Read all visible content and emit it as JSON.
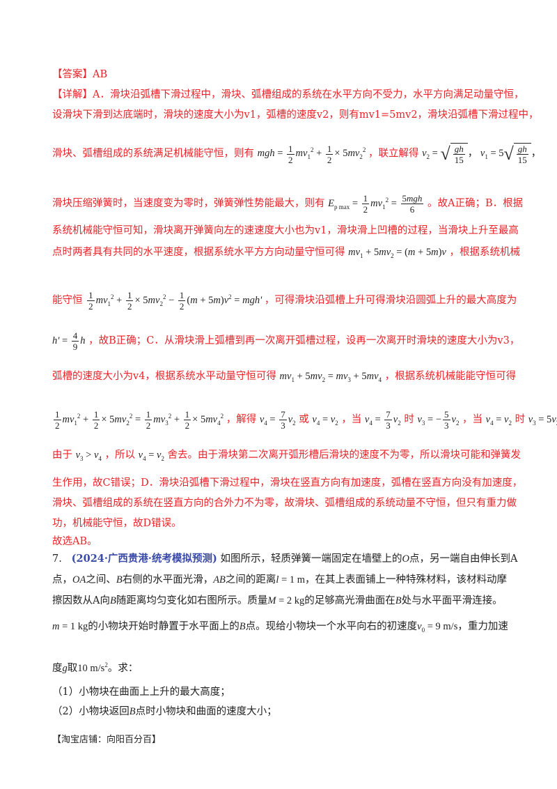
{
  "answer": {
    "label": "【答案】",
    "value": "AB"
  },
  "detail": {
    "label": "【详解】",
    "l1": "A．滑块沿弧槽下滑过程中，滑块、弧槽组成的系统在水平方向不受力，水平方向满足动量守恒，",
    "l2": "设滑块下滑到达底端时，滑块的速度大小为v1，弧槽的速度v2，则有mv1=5mv2，滑块沿弧槽下滑过程中，",
    "l3a": "滑块、弧槽组成的系统满足机械能守恒，则有",
    "l3b": "，联立解得",
    "l4a": "滑块压缩弹簧时，当速度变为零时，弹簧弹性势能最大，则有",
    "l4b": "。故A正确；B．根据",
    "l5": "系统机械能守恒可知，滑块离开弹簧向左的速速度大小也为v1，滑块滑上凹槽的过程，当滑块上升至最高",
    "l6a": "点时两者具有共同的水平速度，根据系统水平方方向动量守恒可得",
    "l6b": "，根据系统机械",
    "l7a": "能守恒",
    "l7b": "，可得滑块沿弧槽上升可得滑块沿圆弧上升的最大高度为",
    "l8": "，故B正确；C．从滑块滑上弧槽到再一次离开弧槽过程，设再一次离开时滑块的速度大小为v3，",
    "l9a": "弧槽的速度大小为v4，根据系统水平动量守恒可得",
    "l9b": "，根据系统机械能能守恒可得",
    "l10a": "，解得",
    "l10b": "或",
    "l10c": "，当",
    "l10d": "时",
    "l10e": "，当",
    "l10f": "时",
    "l11a": "由于",
    "l11b": "，所以",
    "l11c": "舍去。由于滑块第二次离开弧形槽后滑块的速度不为零，所以滑块可能和弹簧发",
    "l12": "生作用，故C错误；D．滑块沿弧槽下滑过程中，滑块在竖直方向有加速度，弧槽在竖直方向没有加速度，",
    "l13": "滑块、弧槽组成的系统在竖直方向的合外力不为零，故滑块、弧槽组成的系统动量不守恒，但只有重力做",
    "l14": "功，机械能守恒，故D错误。",
    "conclusion": "故选AB。"
  },
  "problem": {
    "number": "7.",
    "source": "(2024·广西贵港·统考模拟预测)",
    "p1a": "如图所示，轻质弹簧一端固定在墙壁上的",
    "p1b": "点，另一端自由伸长到A",
    "p2a": "点，",
    "p2b": "之间、",
    "p2c": "右侧的水平面光滑，",
    "p2d": "之间的距离",
    "p2e": "，在其上表面铺上一种特殊材料，该材料动摩",
    "p3a": "擦因数从A向",
    "p3b": "随距离均匀变化如右图所示。质量",
    "p3c": "的足够高光滑曲面在",
    "p3d": "处与水平面平滑连接。",
    "p4a": "的小物块开始时静置于水平面上的",
    "p4b": "点。现给小物块一个水平向右的初速度",
    "p4c": "，重力加速",
    "p5a": "度",
    "p5b": "取",
    "p5c": "。求：",
    "q1": "（1）小物块在曲面上上升的最大高度；",
    "q2a": "（2）小物块返回",
    "q2b": "点时小物块和曲面的速度大小；"
  },
  "footer": "【淘宝店铺：向阳百分百】"
}
